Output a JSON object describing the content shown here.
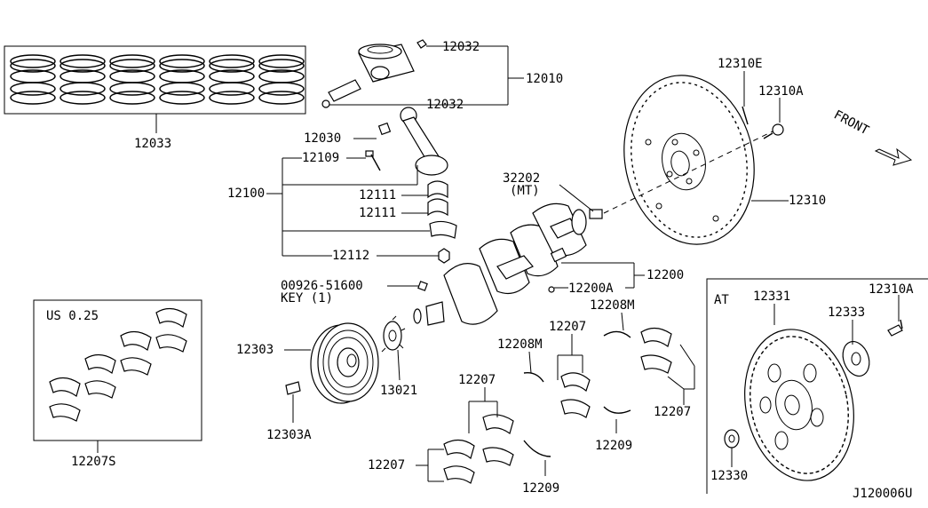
{
  "labels": {
    "p12033": "12033",
    "p12032a": "12032",
    "p12032b": "12032",
    "p12010": "12010",
    "p12030": "12030",
    "p12109": "12109",
    "p12100": "12100",
    "p12111a": "12111",
    "p12111b": "12111",
    "p12112": "12112",
    "p32202": "32202",
    "mt": "(MT)",
    "p12310e": "12310E",
    "p12310a": "12310A",
    "front": "FRONT",
    "p12310": "12310",
    "p00926": "00926-51600",
    "key": "KEY (1)",
    "p12200a": "12200A",
    "p12200": "12200",
    "p12208m_a": "12208M",
    "p12208m_b": "12208M",
    "p12207a": "12207",
    "p12207b": "12207",
    "p12207c": "12207",
    "p12207d": "12207",
    "p12303": "12303",
    "p13021": "13021",
    "p12303a": "12303A",
    "p12209a": "12209",
    "p12209b": "12209",
    "us": "US 0.25",
    "p12207s": "12207S",
    "at": "AT",
    "p12331": "12331",
    "p12333": "12333",
    "p12310a_at": "12310A",
    "p12330": "12330",
    "ref": "J120006U"
  }
}
